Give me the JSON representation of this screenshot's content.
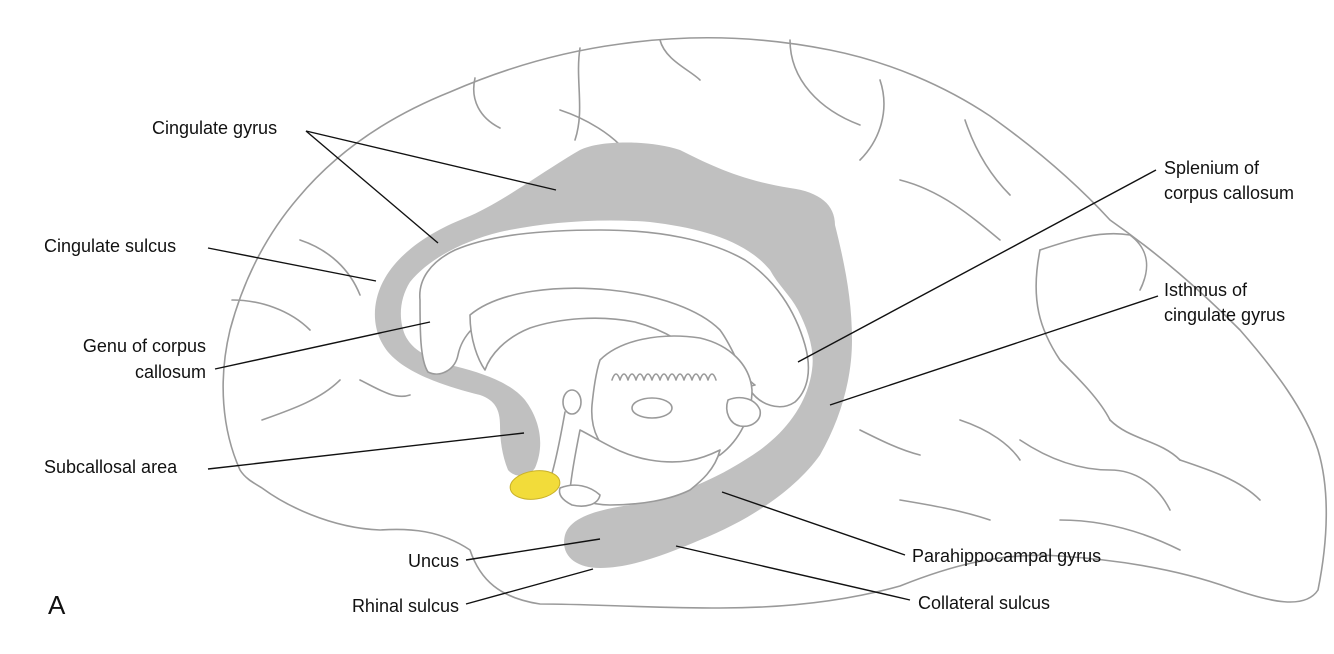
{
  "panel_letter": "A",
  "labels": {
    "cingulate_gyrus": "Cingulate gyrus",
    "cingulate_sulcus": "Cingulate sulcus",
    "genu_line1": "Genu of corpus",
    "genu_line2": "callosum",
    "subcallosal_area": "Subcallosal area",
    "uncus": "Uncus",
    "rhinal_sulcus": "Rhinal sulcus",
    "splenium_line1": "Splenium of",
    "splenium_line2": "corpus callosum",
    "isthmus_line1": "Isthmus of",
    "isthmus_line2": "cingulate gyrus",
    "parahippocampal_gyrus": "Parahippocampal gyrus",
    "collateral_sulcus": "Collateral sulcus"
  },
  "colors": {
    "limbic_gray": "#c0c0c0",
    "uncus_highlight": "#f2dc3a",
    "outline": "#9a9a9a",
    "text": "#111111"
  }
}
